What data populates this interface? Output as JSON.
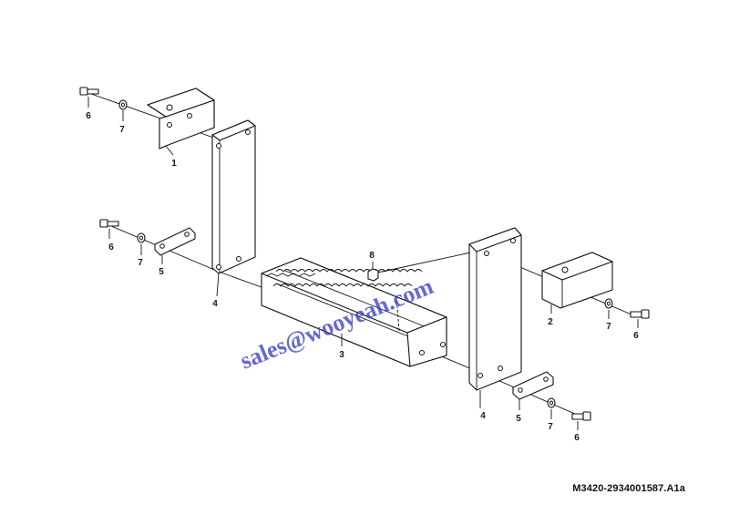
{
  "drawing": {
    "reference": "M3420-2934001587.A1a",
    "watermark": "sales@wooyeah.com",
    "callouts": {
      "bolt_top_left": "6",
      "washer_top_left": "7",
      "bracket_left": "1",
      "bolt_mid_left": "6",
      "washer_mid_left": "7",
      "plate_left": "5",
      "support_left": "4",
      "nut": "8",
      "step": "3",
      "support_right": "4",
      "bracket_right": "2",
      "washer_right": "7",
      "bolt_right": "6",
      "plate_right": "5",
      "washer_bottom_right": "7",
      "bolt_bottom_right": "6"
    }
  }
}
